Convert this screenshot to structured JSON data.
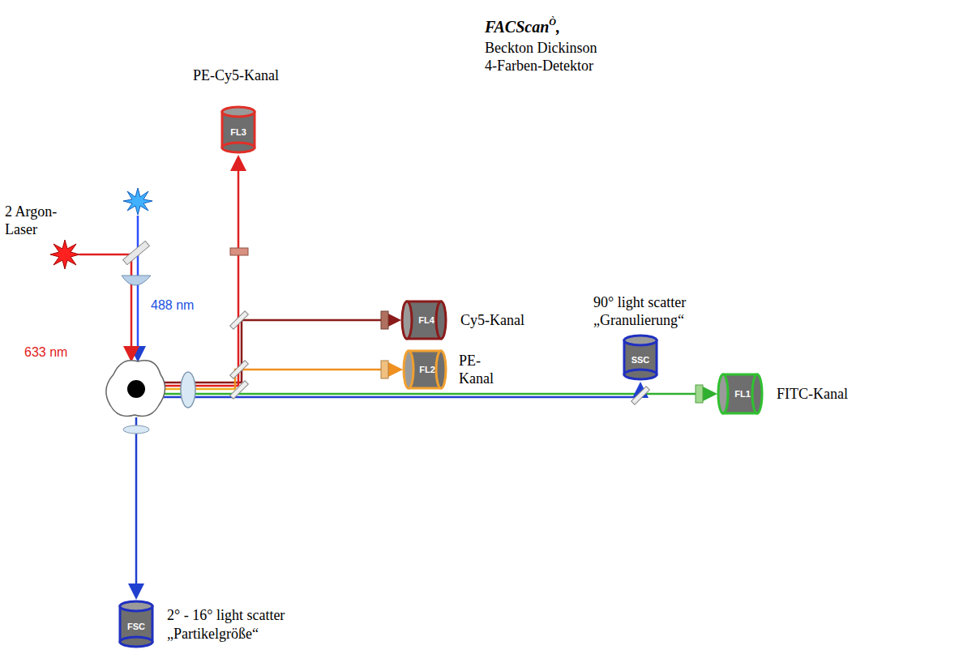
{
  "diagram": {
    "nodes": [
      {
        "text": [
          "FL3"
        ]
      },
      {
        "text": [
          "FL4"
        ]
      },
      {
        "text": [
          "FL2"
        ]
      },
      {
        "text": [
          "SSC"
        ]
      },
      {
        "text": [
          "FL1"
        ]
      },
      {
        "text": [
          "FSC"
        ]
      }
    ],
    "labels": [
      "FACScan",
      "Ò",
      ",",
      "Beckton Dickinson",
      "4-Farben-Detektor",
      "PE-Cy5-Kanal",
      "2 Argon- Laser",
      "488 nm",
      "633 nm",
      "Cy5-Kanal",
      "PE- Kanal",
      "90° light scatter",
      "„Granulierung“",
      "FITC-Kanal",
      "2° - 16° light scatter",
      "„Partikelgröße“"
    ]
  }
}
